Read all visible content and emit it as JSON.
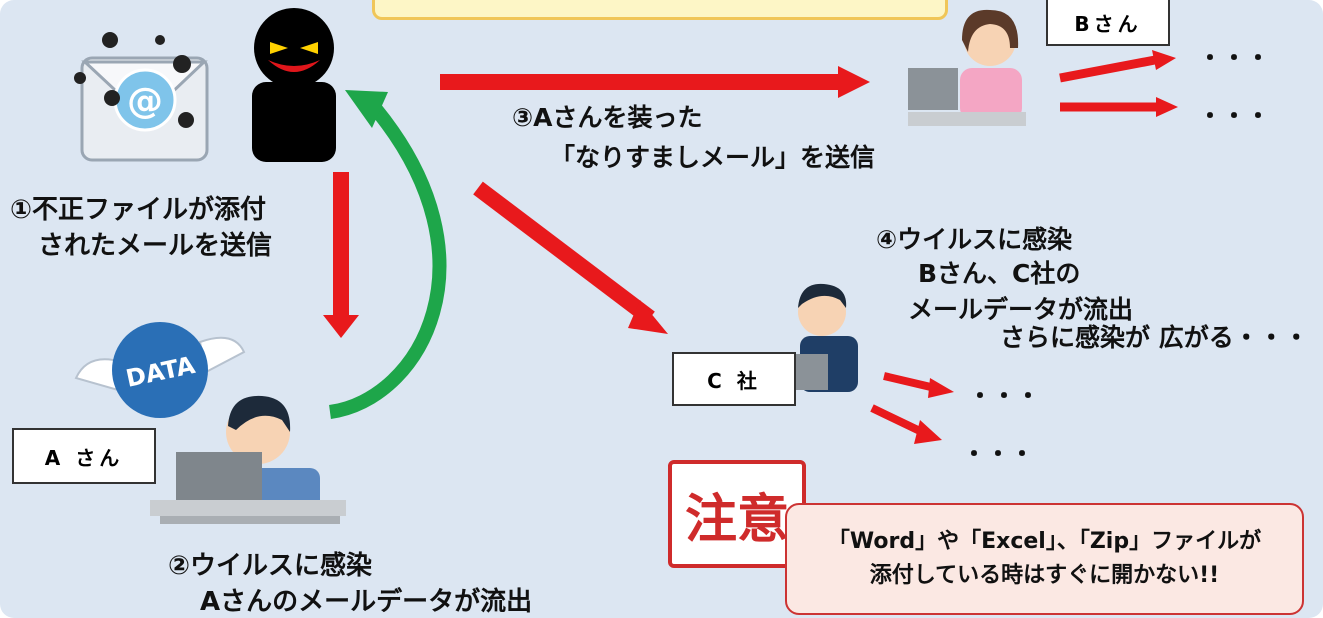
{
  "people": {
    "a": "A さん",
    "b": "Bさん",
    "c": "C 社"
  },
  "email_badge": "@",
  "data_badge": "DATA",
  "steps": {
    "step1": [
      "①不正ファイルが添付",
      "されたメールを送信"
    ],
    "step2": [
      "②ウイルスに感染",
      "Aさんのメールデータが流出"
    ],
    "step3": [
      "③Aさんを装った",
      "「なりすましメール」を送信"
    ],
    "step4": [
      "④ウイルスに感染",
      "Bさん、C社の",
      "メールデータが流出"
    ]
  },
  "spread": "さらに感染が 広がる・・・",
  "dots": "・・・",
  "stamp": "注意",
  "warning": [
    "「Word」や「Excel」、「Zip」ファイルが",
    "添付している時はすぐに開かない!!"
  ],
  "colors": {
    "attack": "#e8191c",
    "leak": "#1ea64a",
    "background": "#dce6f2"
  }
}
